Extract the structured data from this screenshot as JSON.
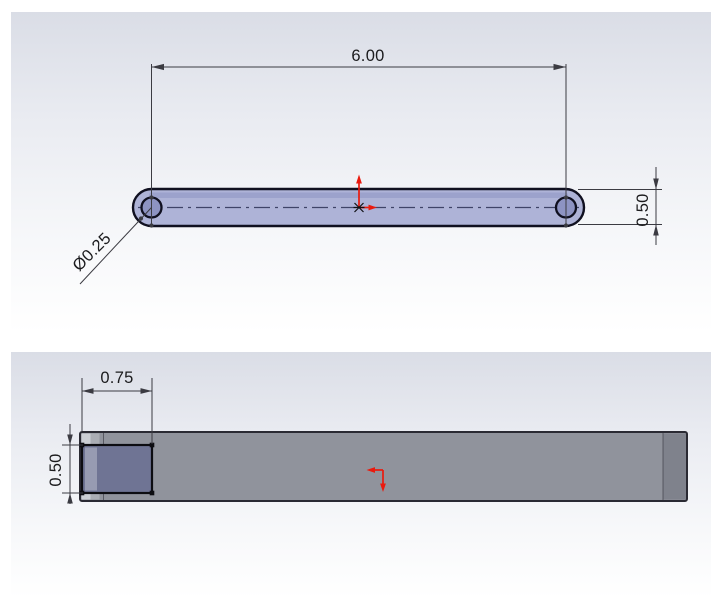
{
  "colors": {
    "part_fill_front": "#aeb3d7",
    "part_fill_front_shade": "#8e94c2",
    "hole_fill": "#8d93c2",
    "part_outline": "#101020",
    "side_fill": "#90939c",
    "side_fill_shade": "#7f828c",
    "side_highlight": "#cbced4",
    "side_outline": "#2a2a33",
    "selected_feature_fill": "#6f7494",
    "dim_line": "#3b3b42",
    "dim_text": "#1b1b1d",
    "origin_red": "#ea1a0e",
    "viewport_bg_top": "#dadde6",
    "viewport_bg_bottom": "#ffffff"
  },
  "front_view": {
    "length_dim": "6.00",
    "width_dim": "0.50",
    "hole_diameter_dim": "Ø0.25"
  },
  "side_view": {
    "boss_width_dim": "0.75",
    "boss_height_dim": "0.50"
  }
}
